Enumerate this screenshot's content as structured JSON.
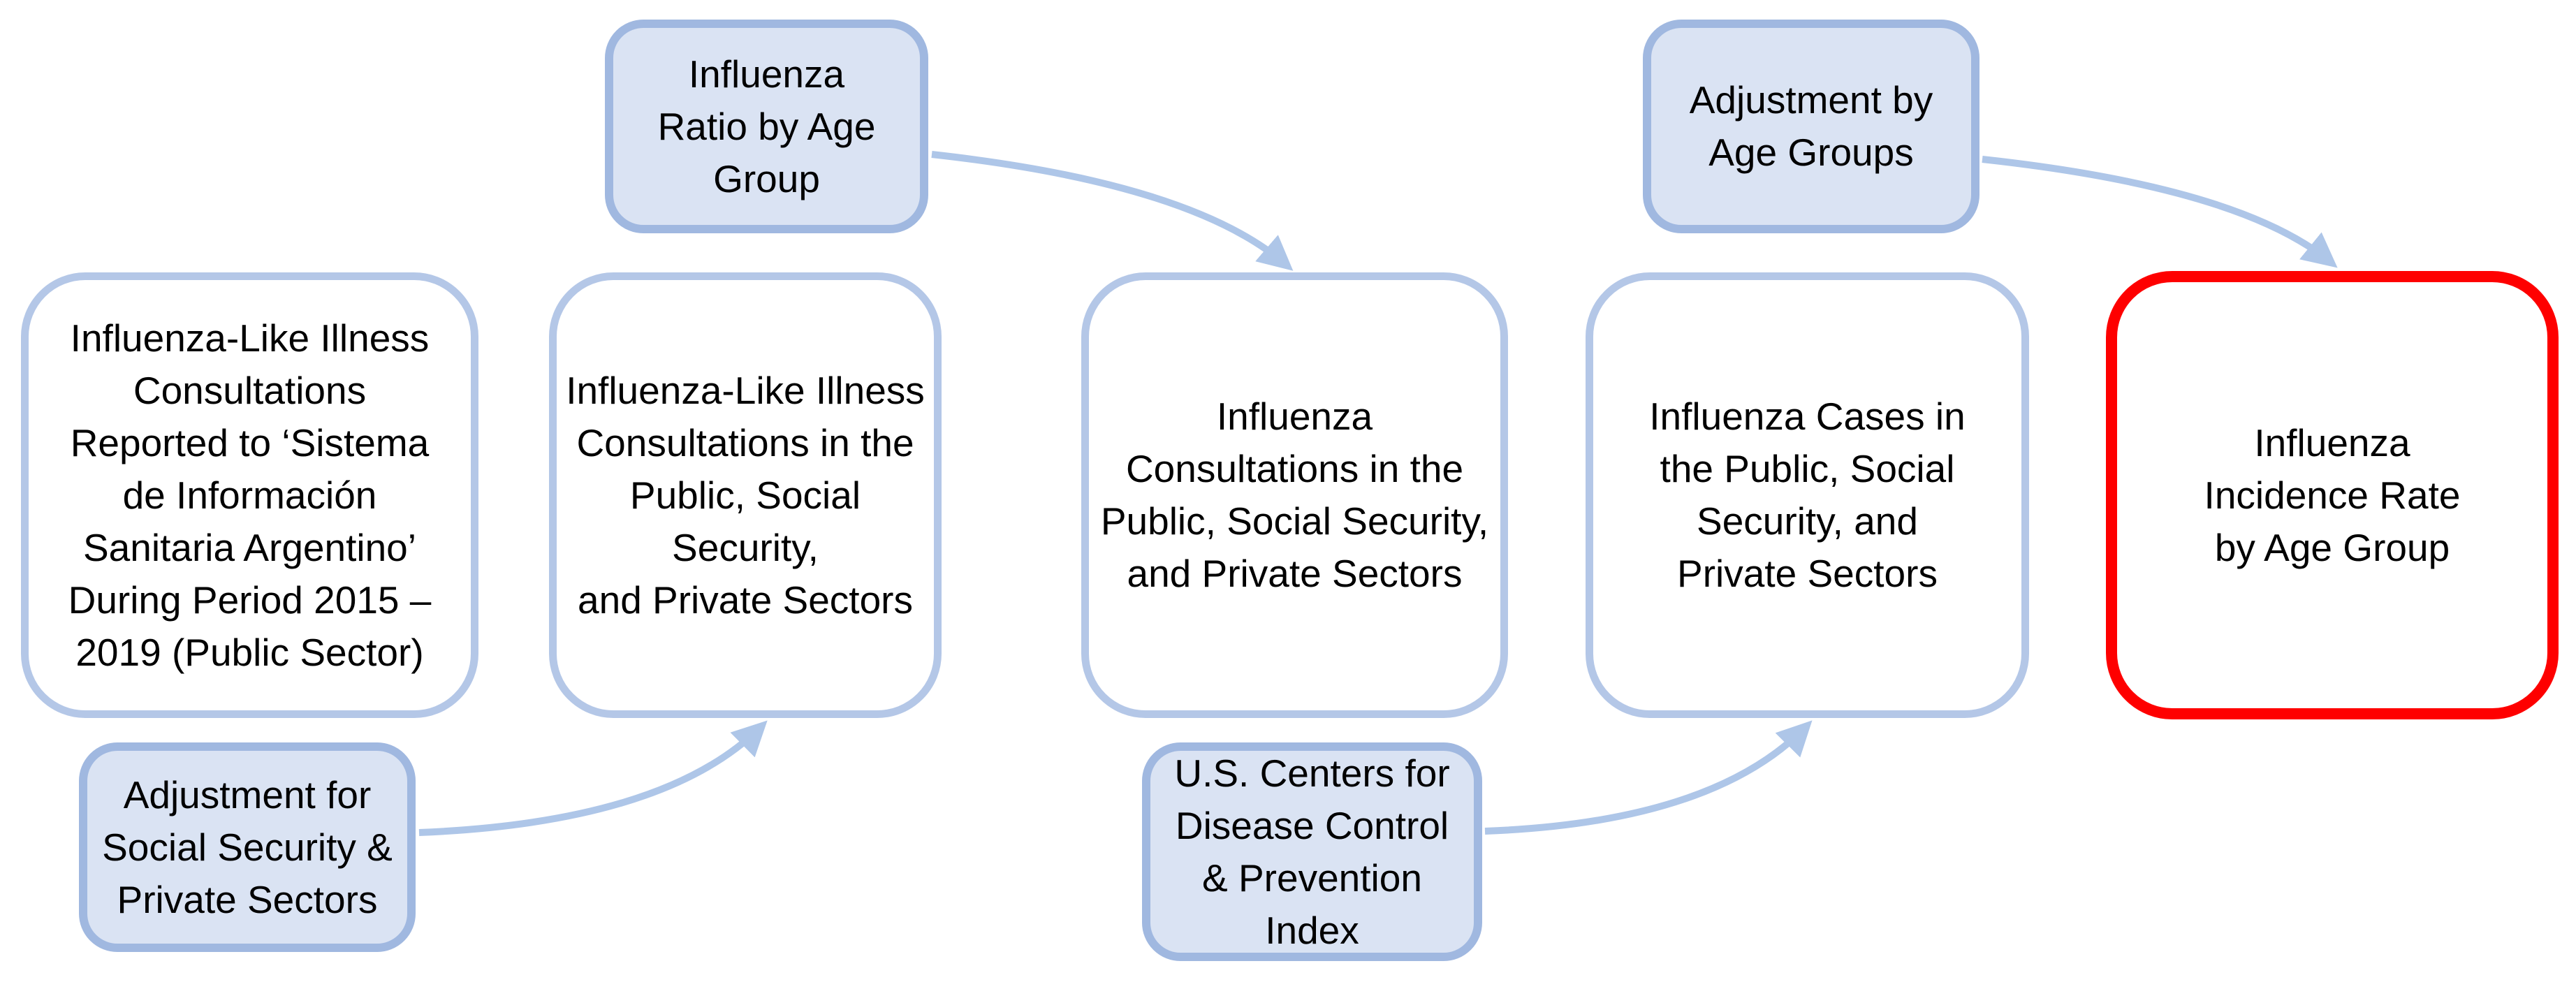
{
  "diagram": {
    "colors": {
      "node_border": "#b4c7e7",
      "node_fill": "#ffffff",
      "label_fill": "#dae3f3",
      "label_border": "#a0b8e0",
      "arrow": "#aec6e8",
      "highlight_border": "#fe0000",
      "text": "#000000"
    },
    "nodes": {
      "ili_reported": {
        "label": "Influenza-Like Illness\nConsultations\nReported to ‘Sistema\nde Información\nSanitaria Argentino’\nDuring Period 2015 –\n2019 (Public Sector)"
      },
      "adjustment_sectors": {
        "label": "Adjustment for\nSocial Security &\nPrivate Sectors"
      },
      "ili_sectors": {
        "label": "Influenza-Like Illness\nConsultations in the\nPublic, Social Security,\nand Private Sectors"
      },
      "influenza_ratio": {
        "label": "Influenza\nRatio by Age\nGroup"
      },
      "influenza_consultations": {
        "label": "Influenza\nConsultations in the\nPublic, Social Security,\nand Private Sectors"
      },
      "cdc_index": {
        "label": "U.S. Centers for\nDisease Control\n& Prevention\nIndex"
      },
      "influenza_cases": {
        "label": "Influenza Cases in\nthe Public, Social\nSecurity, and\nPrivate Sectors"
      },
      "adjustment_age": {
        "label": "Adjustment by\nAge Groups"
      },
      "incidence_rate": {
        "label": "Influenza\nIncidence Rate\nby Age Group"
      }
    },
    "connections": [
      {
        "from": "adjustment_sectors",
        "to": "ili_sectors"
      },
      {
        "from": "influenza_ratio",
        "to": "influenza_consultations"
      },
      {
        "from": "cdc_index",
        "to": "influenza_cases"
      },
      {
        "from": "adjustment_age",
        "to": "incidence_rate"
      }
    ]
  }
}
